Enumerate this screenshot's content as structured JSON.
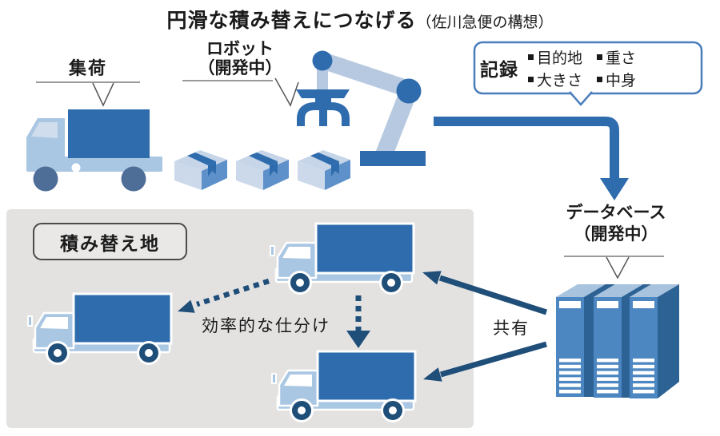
{
  "title": {
    "main": "円滑な積み替えにつなげる",
    "sub": "（佐川急便の構想）"
  },
  "labels": {
    "pickup": "集荷",
    "robot": [
      "ロボット",
      "（開発中）"
    ],
    "database": [
      "データベース",
      "（開発中）"
    ],
    "transship": "積み替え地",
    "sorting": "効率的な仕分け",
    "share": "共有"
  },
  "record": {
    "title": "記録",
    "items": [
      "目的地",
      "重さ",
      "大きさ",
      "中身"
    ]
  },
  "colors": {
    "primary_blue": "#2e6cad",
    "light_blue": "#a9c6e2",
    "arm_blue": "#b6c9e0",
    "navy_arrow": "#1f4e79",
    "panel_gray": "#e3e2e1",
    "server_front": "#4c87c1",
    "server_top": "#a8c3de",
    "server_side": "#2d6295",
    "record_border": "#4a7ebb",
    "wheel_gray_blue": "#4e6d97"
  }
}
